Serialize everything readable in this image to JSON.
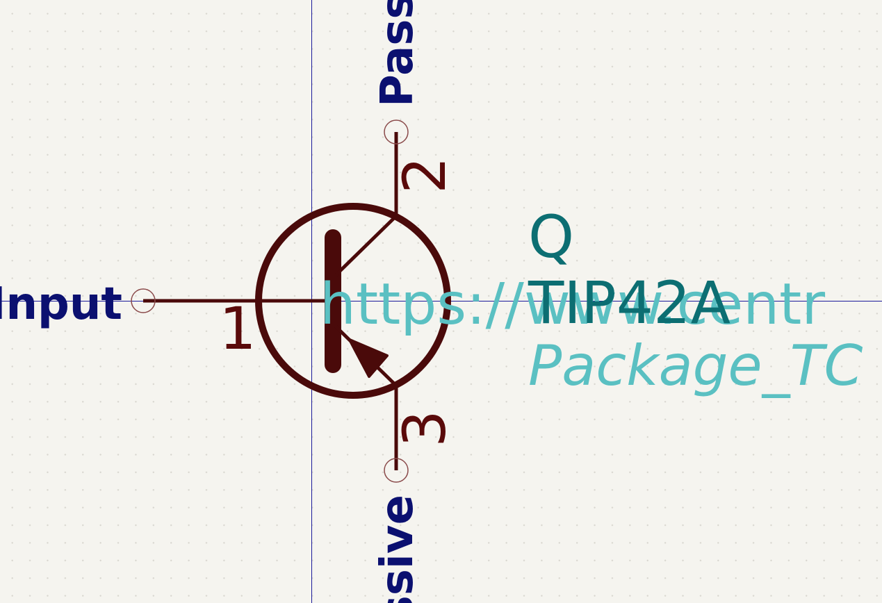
{
  "schematic": {
    "component": {
      "reference": "Q",
      "value": "TIP42A",
      "datasheet": "https://www.centr",
      "footprint": "Package_TC"
    },
    "pins": {
      "base": {
        "number": "1",
        "type": "Input"
      },
      "collector": {
        "number": "2",
        "type": "Pass"
      },
      "emitter": {
        "number": "3",
        "type": "ssive"
      }
    },
    "colors": {
      "background": "#f5f4ef",
      "symbol": "#4a0a0a",
      "pin_number": "#5a0a0a",
      "pin_type": "#0b1070",
      "reference": "#0c6e72",
      "fields": "#5ac0c2",
      "crosshair": "#1a1a9a",
      "pin_marker": "#8a4a4a"
    },
    "icons": {
      "symbol": "pnp-transistor-icon",
      "pin_marker": "pin-endpoint-circle-icon"
    }
  }
}
